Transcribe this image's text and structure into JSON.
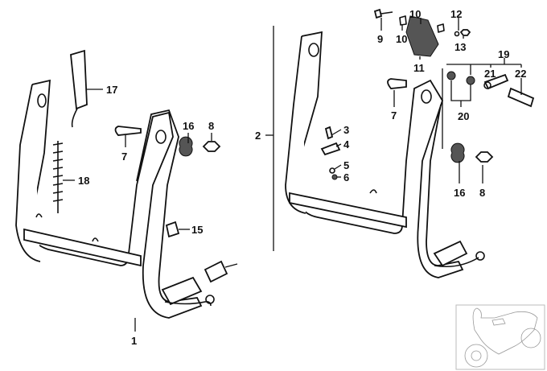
{
  "title": "Center stand parts diagram",
  "left_group": {
    "callouts": [
      "17",
      "16",
      "8",
      "7",
      "18",
      "15",
      "1"
    ]
  },
  "right_group": {
    "callouts": [
      "9",
      "10",
      "10",
      "12",
      "13",
      "11",
      "19",
      "21",
      "22",
      "7",
      "20",
      "2",
      "3",
      "4",
      "5",
      "6",
      "16",
      "8"
    ]
  },
  "thumbnail": {
    "icon": "motorcycle-icon"
  }
}
